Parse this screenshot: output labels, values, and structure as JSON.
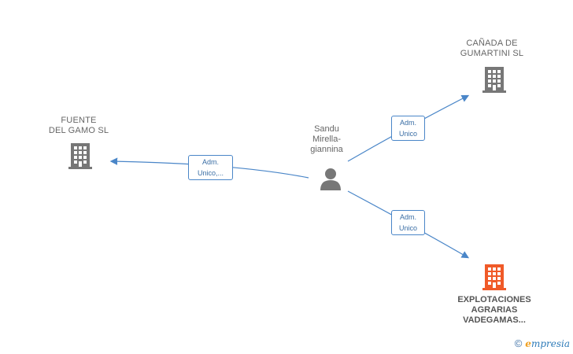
{
  "colors": {
    "edge": "#4a86c8",
    "company": "#777777",
    "highlight": "#f05a28",
    "person": "#777777"
  },
  "nodes": {
    "person": {
      "label": "Sandu\nMirella-\ngiannina",
      "icon": "person-icon"
    },
    "fuente": {
      "label": "FUENTE\nDEL GAMO  SL",
      "icon": "building-icon"
    },
    "canada": {
      "label": "CAÑADA DE\nGUMARTINI SL",
      "icon": "building-icon"
    },
    "explotaciones": {
      "label": "EXPLOTACIONES\nAGRARIAS\nVADEGAMAS...",
      "icon": "building-icon"
    }
  },
  "edges": {
    "to_fuente": {
      "label": "Adm.\nUnico,..."
    },
    "to_canada": {
      "label": "Adm.\nUnico"
    },
    "to_explotaciones": {
      "label": "Adm.\nUnico"
    }
  },
  "footer": {
    "copyright": "©",
    "brand_e": "e",
    "brand_rest": "mpresia"
  }
}
